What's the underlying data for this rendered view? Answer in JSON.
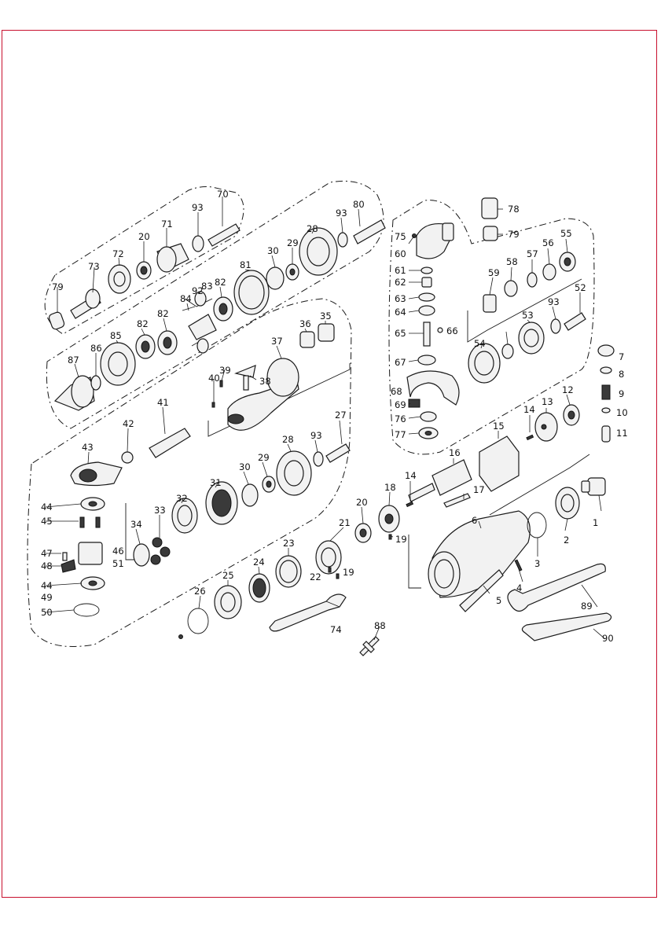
{
  "frame_color": "#c8102e",
  "part_labels": [
    "1",
    "2",
    "3",
    "4",
    "5",
    "6",
    "7",
    "8",
    "9",
    "10",
    "11",
    "12",
    "13",
    "14",
    "14",
    "15",
    "16",
    "17",
    "18",
    "19",
    "19",
    "20",
    "20",
    "21",
    "22",
    "23",
    "24",
    "25",
    "26",
    "27",
    "28",
    "28",
    "29",
    "29",
    "30",
    "30",
    "31",
    "32",
    "33",
    "34",
    "35",
    "36",
    "37",
    "38",
    "39",
    "40",
    "41",
    "42",
    "43",
    "44",
    "44",
    "45",
    "46",
    "47",
    "48",
    "49",
    "50",
    "51",
    "52",
    "53",
    "54",
    "55",
    "56",
    "57",
    "58",
    "59",
    "60",
    "61",
    "62",
    "63",
    "64",
    "65",
    "66",
    "67",
    "68",
    "69",
    "70",
    "71",
    "72",
    "73",
    "74",
    "75",
    "76",
    "77",
    "78",
    "79",
    "79",
    "80",
    "81",
    "82",
    "82",
    "82",
    "83",
    "84",
    "85",
    "86",
    "87",
    "88",
    "89",
    "90",
    "92",
    "93",
    "93",
    "93",
    "93"
  ]
}
